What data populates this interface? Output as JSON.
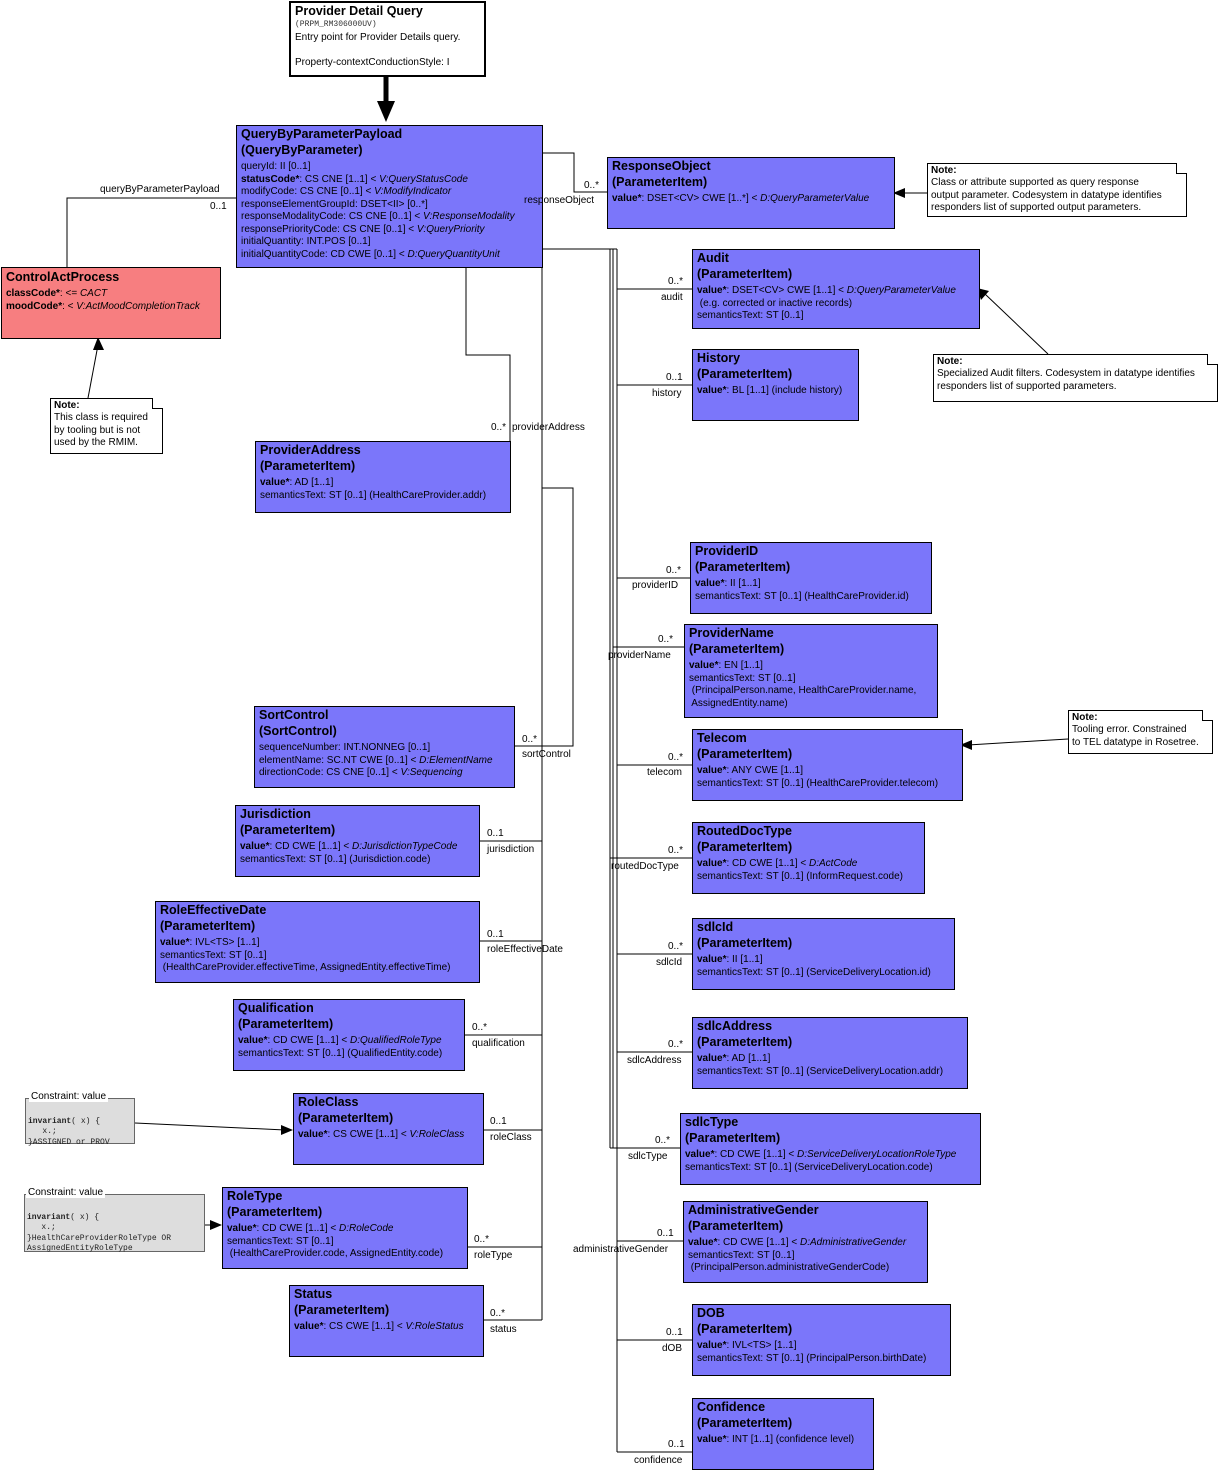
{
  "query_box": {
    "title": "Provider Detail Query",
    "id": "(PRPM_RM306000UV)",
    "desc": "Entry point for Provider Details query.",
    "style": "Property-contextConductionStyle: I"
  },
  "payload": {
    "title": "QueryByParameterPayload",
    "subtitle": "(QueryByParameter)",
    "l1": "queryId: II [0..1]",
    "l2_b": "statusCode*",
    "l2_t": ": CS CNE [1..1] < ",
    "l2_i": "V:QueryStatusCode",
    "l3_t": "modifyCode: CS CNE [0..1] < ",
    "l3_i": "V:ModifyIndicator",
    "l4": "responseElementGroupId: DSET<II> [0..*]",
    "l5_t": "responseModalityCode: CS CNE [0..1] < ",
    "l5_i": "V:ResponseModality",
    "l6_t": "responsePriorityCode: CS CNE [0..1] < ",
    "l6_i": "V:QueryPriority",
    "l7": "initialQuantity: INT.POS [0..1]",
    "l8_t": "initialQuantityCode: CD CWE [0..1] < ",
    "l8_i": "D:QueryQuantityUnit"
  },
  "control_act": {
    "title": "ControlActProcess",
    "l1_b": "classCode*",
    "l1_t": ": <= ",
    "l1_i": "CACT",
    "l2_b": "moodCode*",
    "l2_t": ": < ",
    "l2_i": "V:ActMoodCompletionTrack"
  },
  "response_object": {
    "title": "ResponseObject",
    "subtitle": "(ParameterItem)",
    "l1_b": "value*",
    "l1_t": ": DSET<CV> CWE [1..*] < ",
    "l1_i": "D:QueryParameterValue"
  },
  "audit": {
    "title": "Audit",
    "subtitle": "(ParameterItem)",
    "l1_b": "value*",
    "l1_t": ": DSET<CV> CWE [1..1] < ",
    "l1_i": "D:QueryParameterValue",
    "l2": " (e.g. corrected or inactive records)",
    "l3": "semanticsText: ST [0..1]"
  },
  "history": {
    "title": "History",
    "subtitle": "(ParameterItem)",
    "l1_b": "value*",
    "l1_t": ": BL [1..1] (include history)"
  },
  "provider_address": {
    "title": "ProviderAddress",
    "subtitle": "(ParameterItem)",
    "l1_b": "value*",
    "l1_t": ": AD [1..1]",
    "l2": "semanticsText: ST [0..1] (HealthCareProvider.addr)"
  },
  "provider_id": {
    "title": "ProviderID",
    "subtitle": "(ParameterItem)",
    "l1_b": "value*",
    "l1_t": ": II [1..1]",
    "l2": "semanticsText: ST [0..1] (HealthCareProvider.id)"
  },
  "provider_name": {
    "title": "ProviderName",
    "subtitle": "(ParameterItem)",
    "l1_b": "value*",
    "l1_t": ": EN [1..1]",
    "l2": "semanticsText: ST [0..1]",
    "l3": " (PrincipalPerson.name, HealthCareProvider.name,",
    "l4": " AssignedEntity.name)"
  },
  "sort_control": {
    "title": "SortControl",
    "subtitle": "(SortControl)",
    "l1": "sequenceNumber: INT.NONNEG [0..1]",
    "l2_t": "elementName: SC.NT CWE [0..1] < ",
    "l2_i": "D:ElementName",
    "l3_t": "directionCode: CS CNE [0..1] < ",
    "l3_i": "V:Sequencing"
  },
  "telecom": {
    "title": "Telecom",
    "subtitle": "(ParameterItem)",
    "l1_b": "value*",
    "l1_t": ": ANY CWE [1..1]",
    "l2": "semanticsText: ST [0..1] (HealthCareProvider.telecom)"
  },
  "jurisdiction": {
    "title": "Jurisdiction",
    "subtitle": "(ParameterItem)",
    "l1_b": "value*",
    "l1_t": ": CD CWE [1..1] < ",
    "l1_i": "D:JurisdictionTypeCode",
    "l2": "semanticsText: ST [0..1] (Jurisdiction.code)"
  },
  "routed_doc_type": {
    "title": "RoutedDocType",
    "subtitle": "(ParameterItem)",
    "l1_b": "value*",
    "l1_t": ": CD CWE [1..1] < ",
    "l1_i": "D:ActCode",
    "l2": "semanticsText: ST [0..1] (InformRequest.code)"
  },
  "role_effective_date": {
    "title": "RoleEffectiveDate",
    "subtitle": "(ParameterItem)",
    "l1_b": "value*",
    "l1_t": ": IVL<TS> [1..1]",
    "l2": "semanticsText: ST [0..1]",
    "l3": " (HealthCareProvider.effectiveTime, AssignedEntity.effectiveTime)"
  },
  "sdlc_id": {
    "title": "sdlcId",
    "subtitle": "(ParameterItem)",
    "l1_b": "value*",
    "l1_t": ": II [1..1]",
    "l2": "semanticsText: ST [0..1] (ServiceDeliveryLocation.id)"
  },
  "qualification": {
    "title": "Qualification",
    "subtitle": "(ParameterItem)",
    "l1_b": "value*",
    "l1_t": ": CD CWE [1..1] < ",
    "l1_i": "D:QualifiedRoleType",
    "l2": "semanticsText: ST [0..1] (QualifiedEntity.code)"
  },
  "sdlc_address": {
    "title": "sdlcAddress",
    "subtitle": "(ParameterItem)",
    "l1_b": "value*",
    "l1_t": ": AD [1..1]",
    "l2": "semanticsText: ST [0..1] (ServiceDeliveryLocation.addr)"
  },
  "role_class": {
    "title": "RoleClass",
    "subtitle": "(ParameterItem)",
    "l1_b": "value*",
    "l1_t": ": CS CWE [1..1] < ",
    "l1_i": "V:RoleClass"
  },
  "sdlc_type": {
    "title": "sdlcType",
    "subtitle": "(ParameterItem)",
    "l1_b": "value*",
    "l1_t": ": CD CWE [1..1] < ",
    "l1_i": "D:ServiceDeliveryLocationRoleType",
    "l2": "semanticsText: ST [0..1] (ServiceDeliveryLocation.code)"
  },
  "role_type": {
    "title": "RoleType",
    "subtitle": "(ParameterItem)",
    "l1_b": "value*",
    "l1_t": ": CD CWE [1..1] < ",
    "l1_i": "D:RoleCode",
    "l2": "semanticsText: ST [0..1]",
    "l3": " (HealthCareProvider.code, AssignedEntity.code)"
  },
  "administrative_gender": {
    "title": "AdministrativeGender",
    "subtitle": "(ParameterItem)",
    "l1_b": "value*",
    "l1_t": ": CD CWE [1..1] < ",
    "l1_i": "D:AdministrativeGender",
    "l2": "semanticsText: ST [0..1]",
    "l3": " (PrincipalPerson.administrativeGenderCode)"
  },
  "status": {
    "title": "Status",
    "subtitle": "(ParameterItem)",
    "l1_b": "value*",
    "l1_t": ": CS CWE [1..1] < ",
    "l1_i": "V:RoleStatus"
  },
  "dob": {
    "title": "DOB",
    "subtitle": "(ParameterItem)",
    "l1_b": "value*",
    "l1_t": ": IVL<TS> [1..1]",
    "l2": "semanticsText: ST [0..1] (PrincipalPerson.birthDate)"
  },
  "confidence": {
    "title": "Confidence",
    "subtitle": "(ParameterItem)",
    "l1_b": "value*",
    "l1_t": ": INT [1..1] (confidence level)"
  },
  "notes": {
    "response_note": {
      "title": "Note:",
      "l1": "Class or attribute supported as query response",
      "l2": "output parameter.  Codesystem in datatype identifies",
      "l3": "responders list of supported output parameters."
    },
    "audit_note": {
      "title": "Note:",
      "l1": "Specialized Audit filters. Codesystem in datatype identifies",
      "l2": "responders list of supported parameters."
    },
    "control_note": {
      "title": "Note:",
      "l1": "This class is required",
      "l2": "by tooling but is not",
      "l3": "used by the RMIM."
    },
    "telecom_note": {
      "title": "Note:",
      "l1": "Tooling error.  Constrained",
      "l2": "to TEL datatype in Rosetree."
    }
  },
  "constraints": {
    "role_class": {
      "title": "Constraint: value",
      "l1_b": "invariant",
      "l1_t": "( x) {",
      "l2": "   x.;",
      "l3": "}ASSIGNED or PROV"
    },
    "role_type": {
      "title": "Constraint: value",
      "l1_b": "invariant",
      "l1_t": "( x) {",
      "l2": "   x.;",
      "l3": "}HealthCareProviderRoleType OR",
      "l4": "AssignedEntityRoleType"
    }
  },
  "associations": {
    "qbp_mult": "0..1",
    "qbp_name": "queryByParameterPayload",
    "resp_mult": "0..*",
    "resp_name": "responseObject",
    "audit_mult": "0..*",
    "audit_name": "audit",
    "history_mult": "0..1",
    "history_name": "history",
    "paddr_mult": "0..*",
    "paddr_name": "providerAddress",
    "pid_mult": "0..*",
    "pid_name": "providerID",
    "pname_mult": "0..*",
    "pname_name": "providerName",
    "sort_mult": "0..*",
    "sort_name": "sortControl",
    "tel_mult": "0..*",
    "tel_name": "telecom",
    "jur_mult": "0..1",
    "jur_name": "jurisdiction",
    "rdt_mult": "0..*",
    "rdt_name": "routedDocType",
    "red_mult": "0..1",
    "red_name": "roleEffectiveDate",
    "sdlcid_mult": "0..*",
    "sdlcid_name": "sdlcId",
    "qual_mult": "0..*",
    "qual_name": "qualification",
    "sdlcaddr_mult": "0..*",
    "sdlcaddr_name": "sdlcAddress",
    "rclass_mult": "0..1",
    "rclass_name": "roleClass",
    "sdlctype_mult": "0..*",
    "sdlctype_name": "sdlcType",
    "rtype_mult": "0..*",
    "rtype_name": "roleType",
    "gender_mult": "0..1",
    "gender_name": "administrativeGender",
    "status_mult": "0..*",
    "status_name": "status",
    "dob_mult": "0..1",
    "dob_name": "dOB",
    "conf_mult": "0..1",
    "conf_name": "confidence"
  },
  "colors": {
    "class_fill": "#7b76fa",
    "control_act_fill": "#f77e80",
    "constraint_fill": "#dddddd"
  }
}
